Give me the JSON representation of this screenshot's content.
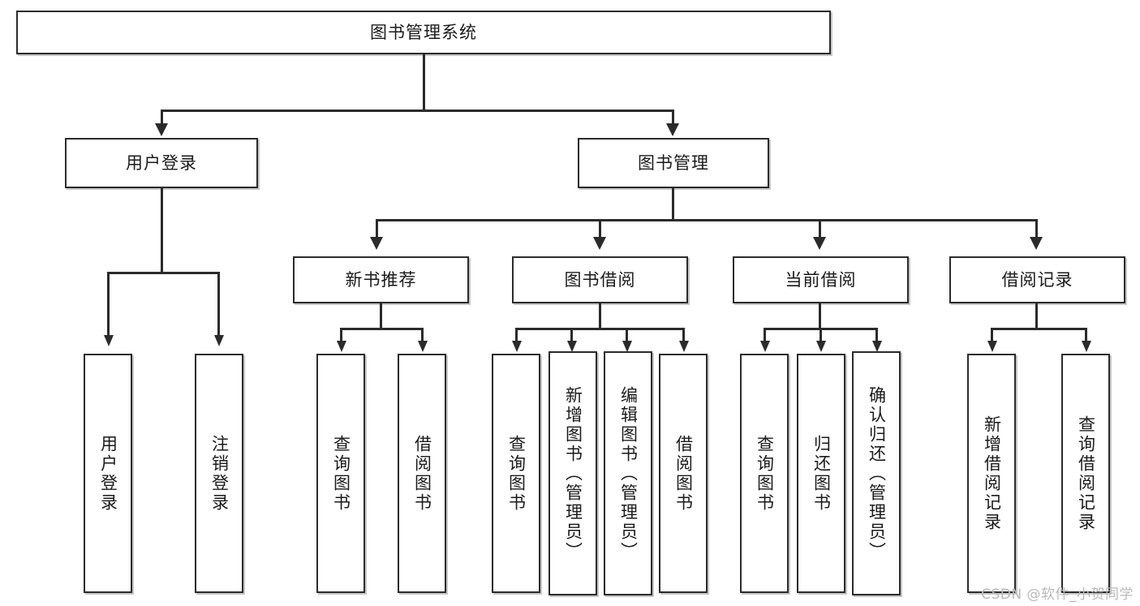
{
  "diagram": {
    "type": "tree-structure-chart",
    "title": "图书管理系统",
    "watermark": "CSDN @软件_小贺同学",
    "root": {
      "label": "图书管理系统"
    },
    "level2": [
      {
        "label": "用户登录"
      },
      {
        "label": "图书管理"
      }
    ],
    "level3": [
      {
        "label": "新书推荐"
      },
      {
        "label": "图书借阅"
      },
      {
        "label": "当前借阅"
      },
      {
        "label": "借阅记录"
      }
    ],
    "leaves": {
      "user_login": [
        {
          "label": "用户登录"
        },
        {
          "label": "注销登录"
        }
      ],
      "new_book_recommend": [
        {
          "label": "查询图书"
        },
        {
          "label": "借阅图书"
        }
      ],
      "book_borrow": [
        {
          "label": "查询图书"
        },
        {
          "label": "新增图书（管理员）"
        },
        {
          "label": "编辑图书（管理员）"
        },
        {
          "label": "借阅图书"
        }
      ],
      "current_borrow": [
        {
          "label": "查询图书"
        },
        {
          "label": "归还图书"
        },
        {
          "label": "确认归还（管理员）"
        }
      ],
      "borrow_record": [
        {
          "label": "新增借阅记录"
        },
        {
          "label": "查询借阅记录"
        }
      ]
    },
    "colors": {
      "stroke": "#2b2b2b",
      "fill": "#ffffff",
      "text": "#1a1a1a",
      "watermark": "#b9b9b9"
    }
  }
}
